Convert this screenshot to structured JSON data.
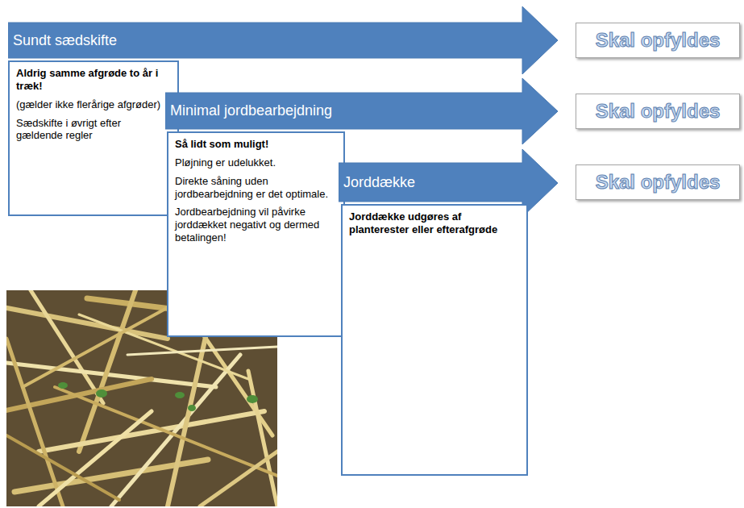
{
  "diagram": {
    "nodes": [
      {
        "text": [
          "Sundt sædskifte"
        ]
      },
      {
        "text": [
          "Skal opfyldes"
        ]
      },
      {
        "text": [
          "Aldrig samme afgrøde to år i træk!",
          "(gælder ikke flerårige afgrøder)",
          "Sædskifte i øvrigt efter gældende regler"
        ]
      },
      {
        "text": [
          "Minimal jordbearbejdning"
        ]
      },
      {
        "text": [
          "Skal opfyldes"
        ]
      },
      {
        "text": [
          "Så lidt som muligt!",
          "Pløjning er udelukket.",
          "Direkte såning uden jordbearbejdning er det optimale.",
          "Jordbearbejdning vil påvirke jorddækket negativt og dermed betalingen!"
        ]
      },
      {
        "text": [
          "Jorddække"
        ]
      },
      {
        "text": [
          "Skal opfyldes"
        ]
      },
      {
        "text": [
          "Jorddække udgøres af planterester eller efterafgrøde"
        ]
      }
    ]
  }
}
